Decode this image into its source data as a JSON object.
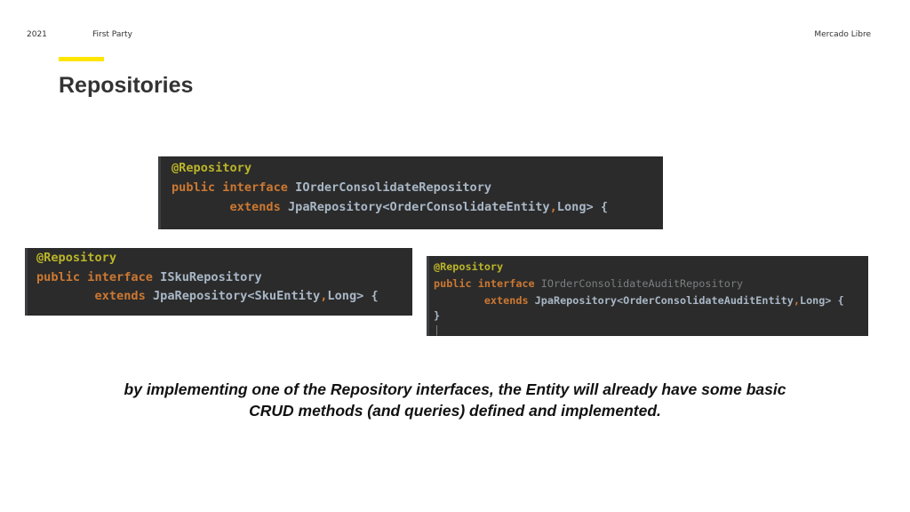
{
  "header": {
    "year": "2021",
    "classification": "First Party",
    "brand": "Mercado Libre"
  },
  "title": "Repositories",
  "colors": {
    "accent": "#ffe600",
    "code_bg": "#2b2b2b",
    "annotation": "#bbb529",
    "keyword": "#cc7832",
    "text": "#a9b7c6"
  },
  "code_block_1": {
    "annotation": "@Repository",
    "line2_keywords": "public interface",
    "line2_name": "IOrderConsolidateRepository",
    "line3_indent": "        ",
    "line3_keyword": "extends",
    "line3_type": "JpaRepository<OrderConsolidateEntity",
    "line3_comma": ",",
    "line3_rest": "Long> {"
  },
  "code_block_2": {
    "annotation": "@Repository",
    "line2_keywords": "public interface",
    "line2_name": "ISkuRepository",
    "line3_indent": "        ",
    "line3_keyword": "extends",
    "line3_type": "JpaRepository<SkuEntity",
    "line3_comma": ",",
    "line3_rest": "Long> {"
  },
  "code_block_3": {
    "annotation": "@Repository",
    "line2_keywords": "public interface",
    "line2_name": "IOrderConsolidateAuditRepository",
    "line3_indent": "        ",
    "line3_keyword": "extends",
    "line3_type": "JpaRepository<OrderConsolidateAuditEntity",
    "line3_comma": ",",
    "line3_rest": "Long> {",
    "line4": "}",
    "line5": "|"
  },
  "caption": {
    "line1": "by implementing one of the Repository interfaces, the Entity will already have some basic",
    "line2": "CRUD methods (and queries) defined and implemented."
  }
}
